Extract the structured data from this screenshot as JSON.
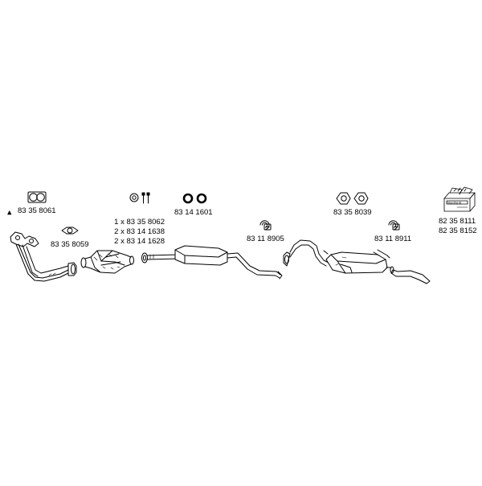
{
  "parts": {
    "gasket_manifold": "83 35 8061",
    "gasket_flange": "83 35 8059",
    "cat_fittings": [
      "1 x 83 35 8062",
      "2 x 83 14 1638",
      "2 x 83 14 1628"
    ],
    "rubber_rings": "83 14 1601",
    "clamp_front": "83 11 8905",
    "gasket_rear": "83 35 8039",
    "clamp_rear": "83 11 8911",
    "mounting_kit_1": "82 35 8111",
    "mounting_kit_2": "82 35 8152"
  },
  "icons": {
    "warning": "triangle-icon"
  },
  "colors": {
    "line": "#000000",
    "background": "#ffffff"
  }
}
